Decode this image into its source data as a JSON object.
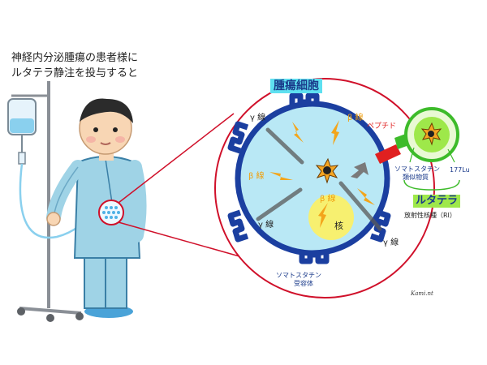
{
  "caption": {
    "line1": "神経内分泌腫瘍の患者様に",
    "line2": "ルタテラ静注を投与すると"
  },
  "cell_title": "腫瘍細胞",
  "labels": {
    "gamma_top": "γ 線",
    "gamma_left": "γ 線",
    "gamma_right": "γ 線",
    "beta_top": "β 線",
    "beta_left": "β 線",
    "beta_bottom": "β 線",
    "nucleus": "核",
    "peptide": "ペプチド",
    "analog_line1": "ソマトスタチン",
    "analog_line2": "類似物質",
    "isotope": "177Lu",
    "receptor_line1": "ソマトスタチン",
    "receptor_line2": "受容体",
    "lutatera": "ルタテラ",
    "radionuclide": "放射性核種（RI）",
    "credit": "Kami.nt"
  },
  "colors": {
    "cell_fill": "#b9e8f5",
    "membrane": "#1b3fa0",
    "circle_outline": "#d0102a",
    "lutatera_fill": "#9ee84a",
    "green_group": "#3dbb2a",
    "beta_ray": "#f3a51b",
    "nucleus": "#f7f070"
  }
}
